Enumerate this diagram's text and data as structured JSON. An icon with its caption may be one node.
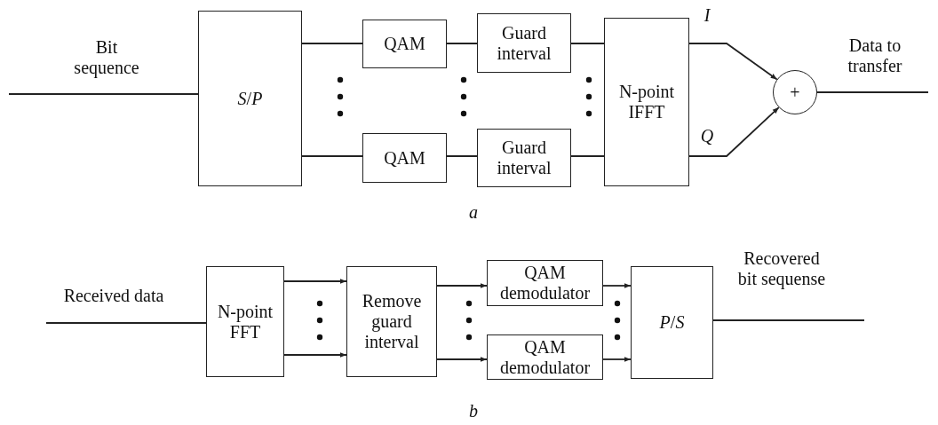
{
  "diagram": {
    "nodes": [
      {
        "text": [
          "*S*/*P*"
        ]
      },
      {
        "text": [
          "QAM"
        ]
      },
      {
        "text": [
          "QAM"
        ]
      },
      {
        "text": [
          "Guard interval"
        ]
      },
      {
        "text": [
          "Guard interval"
        ]
      },
      {
        "text": [
          "N-point IFFT"
        ]
      },
      {
        "text": [
          "+"
        ]
      },
      {
        "text": [
          "N-point FFT"
        ]
      },
      {
        "text": [
          "Remove guard interval"
        ]
      },
      {
        "text": [
          "QAM demodulator"
        ]
      },
      {
        "text": [
          "QAM demodulator"
        ]
      },
      {
        "text": [
          "*P*/*S*"
        ]
      }
    ],
    "edges": [
      {
        "from": null,
        "to": 0,
        "arrow": "none",
        "label": "Bit sequence"
      },
      {
        "from": 0,
        "to": 1,
        "arrow": "none"
      },
      {
        "from": 0,
        "to": 2,
        "arrow": "none"
      },
      {
        "from": 1,
        "to": 3,
        "arrow": "none"
      },
      {
        "from": 2,
        "to": 4,
        "arrow": "none"
      },
      {
        "from": 3,
        "to": 5,
        "arrow": "none"
      },
      {
        "from": 4,
        "to": 5,
        "arrow": "none"
      },
      {
        "from": 5,
        "to": 6,
        "arrow": "to",
        "label": "I"
      },
      {
        "from": 5,
        "to": 6,
        "arrow": "to",
        "label": "Q"
      },
      {
        "from": 6,
        "to": null,
        "arrow": "none",
        "label": "Data to transfer"
      },
      {
        "from": null,
        "to": 7,
        "arrow": "none",
        "label": "Received data"
      },
      {
        "from": 7,
        "to": 8,
        "arrow": "to"
      },
      {
        "from": 7,
        "to": 8,
        "arrow": "to"
      },
      {
        "from": 8,
        "to": 9,
        "arrow": "to"
      },
      {
        "from": 8,
        "to": 10,
        "arrow": "to"
      },
      {
        "from": 9,
        "to": 11,
        "arrow": "to"
      },
      {
        "from": 10,
        "to": 11,
        "arrow": "to"
      },
      {
        "from": 11,
        "to": null,
        "arrow": "none",
        "label": "Recovered bit sequense"
      }
    ],
    "labels": [
      "a",
      "b"
    ]
  }
}
